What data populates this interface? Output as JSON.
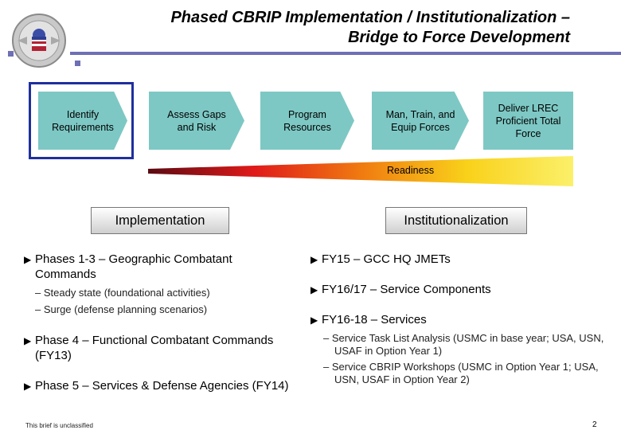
{
  "title": {
    "line1": "Phased CBRIP Implementation / Institutionalization –",
    "line2": "Bridge to Force Development"
  },
  "steps": [
    {
      "label": "Identify Requirements"
    },
    {
      "label": "Assess Gaps and Risk"
    },
    {
      "label": "Program Resources"
    },
    {
      "label": "Man, Train, and Equip Forces"
    },
    {
      "label": "Deliver LREC Proficient Total Force"
    }
  ],
  "readiness_label": "Readiness",
  "implementation": {
    "heading": "Implementation",
    "items": [
      {
        "text": "Phases 1-3 – Geographic Combatant Commands",
        "subs": [
          "Steady state (foundational activities)",
          "Surge (defense planning scenarios)"
        ]
      },
      {
        "text": "Phase 4 – Functional Combatant Commands (FY13)"
      },
      {
        "text": "Phase 5 – Services & Defense Agencies (FY14)"
      }
    ]
  },
  "institutionalization": {
    "heading": "Institutionalization",
    "items": [
      {
        "text": "FY15 – GCC HQ JMETs"
      },
      {
        "text": "FY16/17 – Service Components"
      },
      {
        "text": "FY16-18 – Services",
        "subs": [
          "Service Task List Analysis (USMC in base year; USA, USN, USAF in Option Year 1)",
          "Service CBRIP Workshops (USMC in Option Year 1; USA, USN, USAF in Option Year 2)"
        ]
      }
    ]
  },
  "footer": "This brief is unclassified",
  "page_number": "2",
  "colors": {
    "accent": "#6e6fb6",
    "step_fill": "#7dc8c4",
    "highlight": "#1f2f9e"
  }
}
